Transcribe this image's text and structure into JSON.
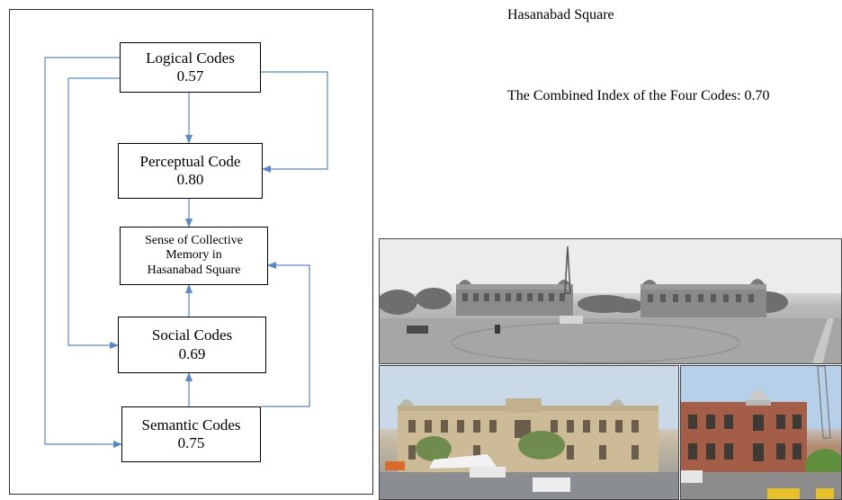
{
  "diagram": {
    "nodes": {
      "logical": {
        "label": "Logical Codes",
        "value": "0.57"
      },
      "perceptual": {
        "label": "Perceptual Code",
        "value": "0.80"
      },
      "memory": {
        "line1": "Sense of Collective",
        "line2": "Memory in",
        "line3": "Hasanabad Square"
      },
      "social": {
        "label": "Social Codes",
        "value": "0.69"
      },
      "semantic": {
        "label": "Semantic Codes",
        "value": "0.75"
      }
    },
    "arrow_color": "#5b87c4"
  },
  "header": {
    "title": "Hasanabad Square",
    "combined_index": "The Combined Index of the Four Codes: 0.70"
  },
  "photos": [
    {
      "name": "panorama-photo",
      "tone": "black-and-white"
    },
    {
      "name": "building-front-photo",
      "tone": "color"
    },
    {
      "name": "building-corner-photo",
      "tone": "color"
    }
  ]
}
